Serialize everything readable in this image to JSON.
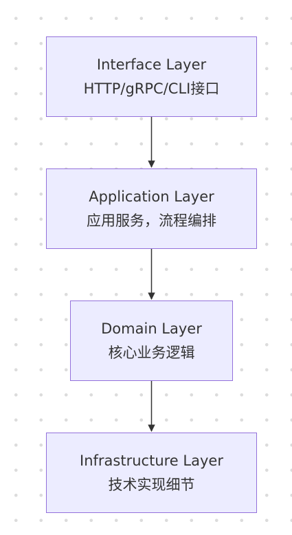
{
  "layers": [
    {
      "title": "Interface Layer",
      "description": "HTTP/gRPC/CLI接口"
    },
    {
      "title": "Application Layer",
      "description": "应用服务，流程编排"
    },
    {
      "title": "Domain Layer",
      "description": "核心业务逻辑"
    },
    {
      "title": "Infrastructure Layer",
      "description": "技术实现细节"
    }
  ],
  "colors": {
    "node_fill": "#ececff",
    "node_border": "#9370db",
    "edge": "#333333",
    "text": "#333333",
    "background_dots": "#dcdcdc"
  }
}
